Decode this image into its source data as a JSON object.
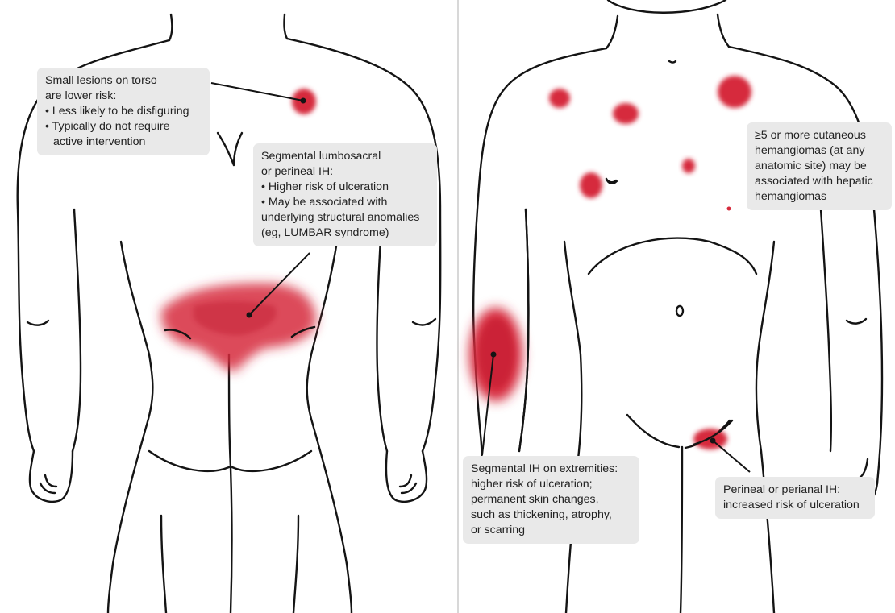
{
  "colors": {
    "lesion": "#d62a3c",
    "outline": "#141414",
    "callout_bg": "#e9e9e9",
    "divider": "#d8d8d8"
  },
  "callouts": {
    "torso_small": {
      "line1": "Small lesions on torso",
      "line2": "are lower risk:",
      "bullet1": "Less likely to be disfiguring",
      "bullet2_a": "Typically do not require",
      "bullet2_b": "active intervention"
    },
    "lumbosacral": {
      "line1": "Segmental lumbosacral",
      "line2": "or perineal IH:",
      "bullet1": "Higher risk of ulceration",
      "bullet2_a": "May be associated with",
      "line3": "underlying structural anomalies",
      "line4": "(eg, LUMBAR syndrome)"
    },
    "multiple": {
      "line1": "≥5 or more cutaneous",
      "line2": "hemangiomas (at any",
      "line3": "anatomic site) may be",
      "line4": "associated with hepatic",
      "line5": "hemangiomas"
    },
    "extremities": {
      "line1": "Segmental IH on extremities:",
      "line2": "higher risk of ulceration;",
      "line3": "permanent skin changes,",
      "line4": "such as thickening, atrophy,",
      "line5": "or scarring"
    },
    "perineal": {
      "line1": "Perineal or perianal IH:",
      "line2": "increased risk of ulceration"
    }
  }
}
